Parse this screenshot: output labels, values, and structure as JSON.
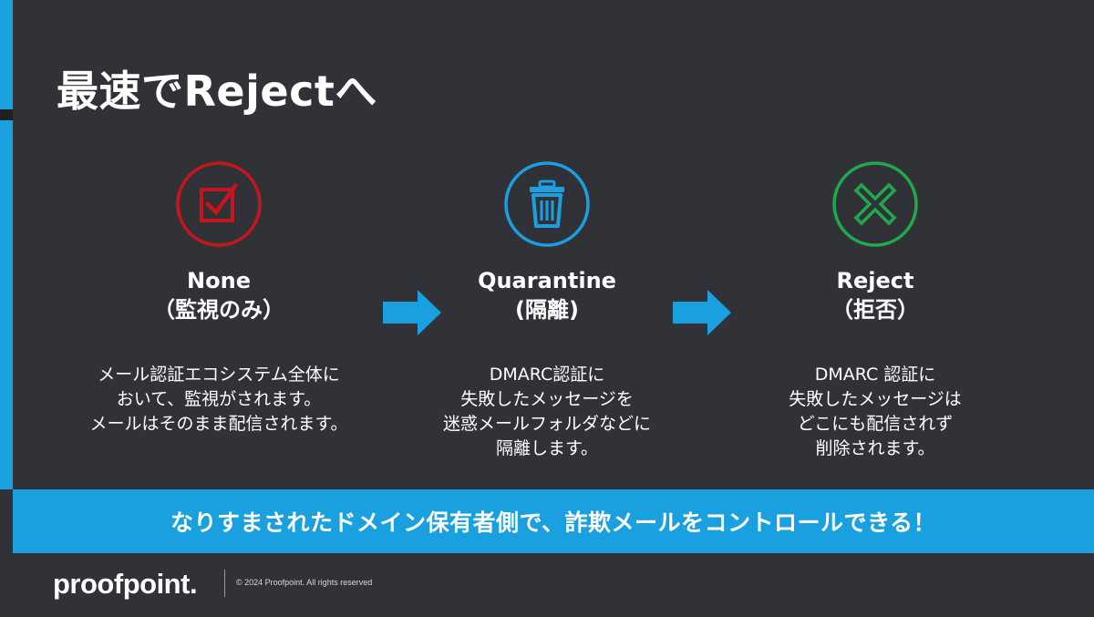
{
  "slide": {
    "title": "最速でRejectへ",
    "stages": [
      {
        "icon": "checkbox-icon",
        "heading_line1": "None",
        "heading_line2": "（監視のみ）",
        "desc": [
          "メール認証エコシステム全体に",
          "おいて、監視がされます。",
          "メールはそのまま配信されます。"
        ]
      },
      {
        "icon": "trash-icon",
        "heading_line1": "Quarantine",
        "heading_line2": "(隔離)",
        "desc": [
          "DMARC認証に",
          "失敗したメッセージを",
          "迷惑メールフォルダなどに",
          "隔離します。"
        ]
      },
      {
        "icon": "x-icon",
        "heading_line1": "Reject",
        "heading_line2": "（拒否）",
        "desc": [
          "DMARC 認証に",
          "失敗したメッセージは",
          "どこにも配信されず",
          "削除されます。"
        ]
      }
    ],
    "banner": "なりすまされたドメイン保有者側で、詐欺メールをコントロールできる！"
  },
  "footer": {
    "logo": "proofpoint.",
    "copyright": "© 2024  Proofpoint. All rights reserved"
  },
  "colors": {
    "background": "#303238",
    "accent_blue": "#1a9fdf",
    "none_red": "#c4161c",
    "quarantine_blue": "#1a9fdf",
    "reject_green": "#20a94a"
  }
}
